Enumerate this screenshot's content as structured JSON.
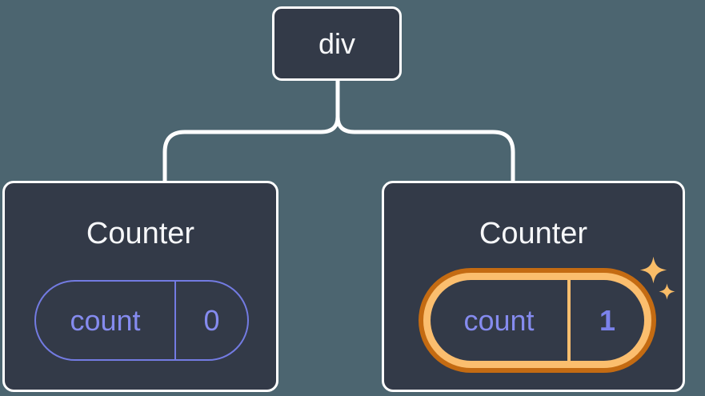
{
  "tree": {
    "root": {
      "label": "div"
    },
    "children": [
      {
        "title": "Counter",
        "state": {
          "key": "count",
          "value": "0"
        },
        "highlighted": false
      },
      {
        "title": "Counter",
        "state": {
          "key": "count",
          "value": "1"
        },
        "highlighted": true
      }
    ]
  },
  "colors": {
    "page_background": "#4C6570",
    "node_background": "#333A48",
    "node_border": "#FFFFFF",
    "connector": "#FFFFFF",
    "state_text": "#858BEF",
    "state_border": "#737BE2",
    "highlight_outer": "#C46B12",
    "highlight_inner": "#FBBE6E",
    "sparkle": "#F9BD68"
  }
}
